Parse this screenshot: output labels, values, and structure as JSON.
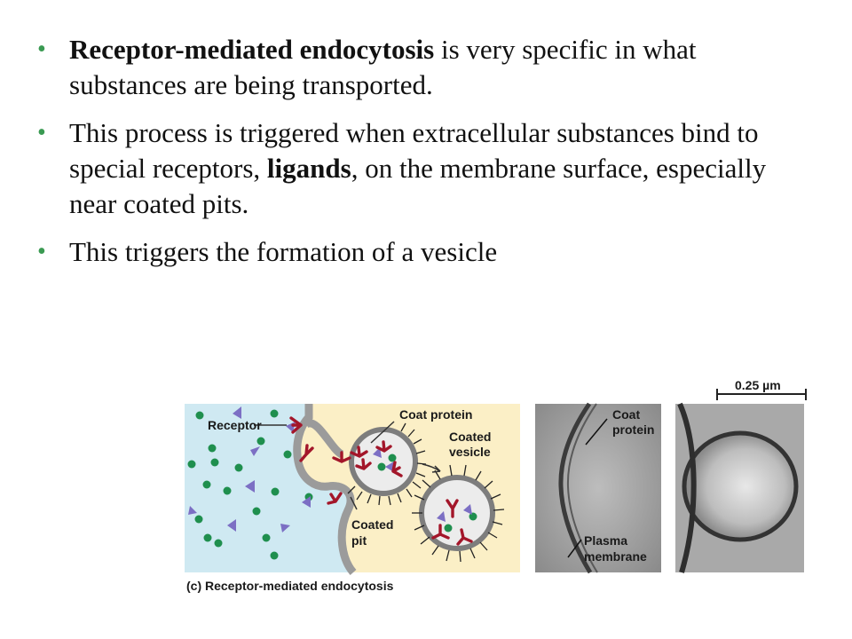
{
  "bullets": [
    {
      "bold": "Receptor-mediated endocytosis",
      "text": " is very specific in what substances are being transported."
    },
    {
      "pre": "This process is triggered when extracellular substances bind to special receptors, ",
      "bold": "ligands",
      "post": ", on the membrane surface, especially near coated pits."
    },
    {
      "text": "This triggers the formation of a vesicle"
    }
  ],
  "figure": {
    "caption": "(c) Receptor-mediated endocytosis",
    "labels": {
      "receptor": "Receptor",
      "coat_protein": "Coat protein",
      "coated_vesicle_1": "Coated",
      "coated_vesicle_2": "vesicle",
      "coated_pit_1": "Coated",
      "coated_pit_2": "pit",
      "micro_coat_1": "Coat",
      "micro_coat_2": "protein",
      "plasma_1": "Plasma",
      "plasma_2": "membrane",
      "scale": "0.25 µm"
    }
  },
  "colors": {
    "bullet": "#3a9a52",
    "extracellular": "#cfe9f2",
    "cytoplasm": "#fbefc6",
    "ligand_dot": "#1f8f4e",
    "ligand_triangle": "#7c6fc4",
    "receptor": "#a3162a"
  }
}
